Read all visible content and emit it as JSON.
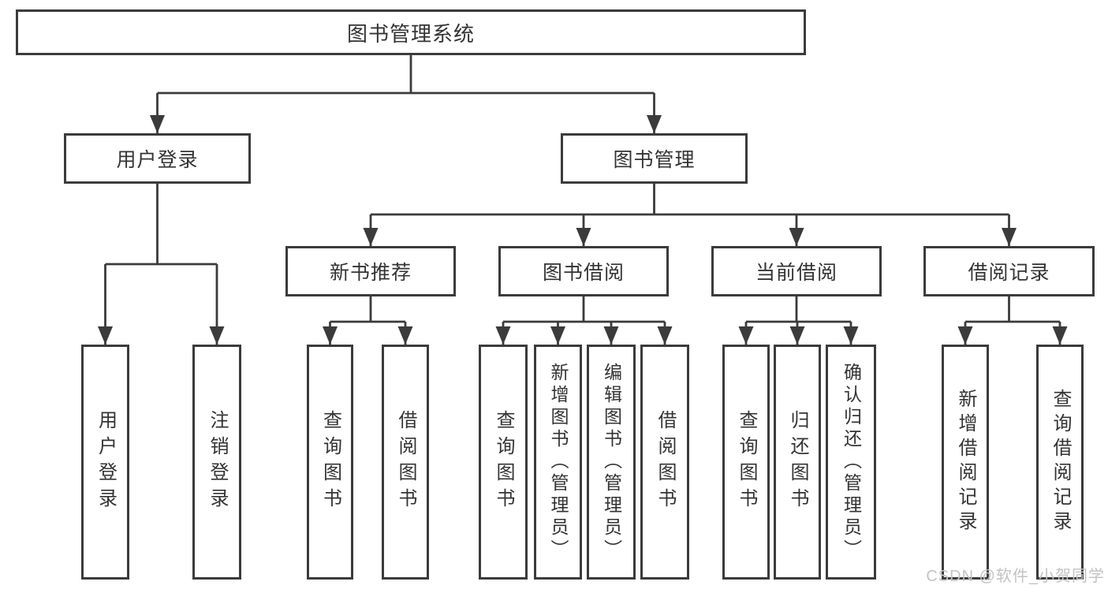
{
  "diagram": {
    "title": "图书管理系统",
    "level2": [
      {
        "label": "用户登录"
      },
      {
        "label": "图书管理"
      }
    ],
    "level3": [
      {
        "label": "新书推荐"
      },
      {
        "label": "图书借阅"
      },
      {
        "label": "当前借阅"
      },
      {
        "label": "借阅记录"
      }
    ],
    "leaves": {
      "user_login": [
        "用户登录",
        "注销登录"
      ],
      "new_books": [
        "查询图书",
        "借阅图书"
      ],
      "book_borrow": [
        "查询图书",
        "新增图书（管理员）",
        "编辑图书（管理员）",
        "借阅图书"
      ],
      "current_borrow": [
        "查询图书",
        "归还图书",
        "确认归还（管理员）"
      ],
      "borrow_records": [
        "新增借阅记录",
        "查询借阅记录"
      ]
    }
  },
  "watermark": "CSDN @软件_小贺同学",
  "colors": {
    "line": "#3b3b3b",
    "text": "#333333",
    "watermark": "#c3c3c3",
    "background": "#ffffff"
  }
}
